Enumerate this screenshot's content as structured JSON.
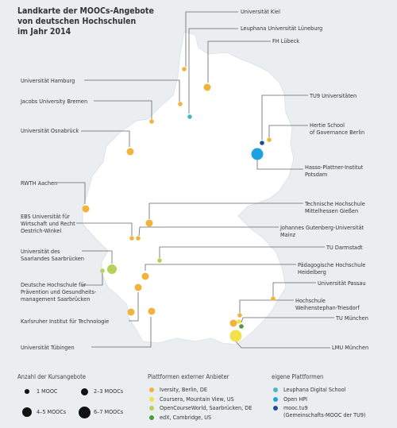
{
  "title": {
    "line1": "Landkarte der MOOCs-Angebote",
    "line2": "von deutschen Hochschulen",
    "line3": "im Jahr 2014"
  },
  "colors": {
    "background": "#eaeef1",
    "land": "#ffffff",
    "iversity": "#f0b43c",
    "coursera": "#f3e04a",
    "opencourseworld": "#b5d35a",
    "edx": "#4f9a3f",
    "leuphana": "#45b8c6",
    "openhpi": "#1fa3e0",
    "mooctu9": "#1c4f96",
    "leader": "#666666"
  },
  "labels": [
    {
      "id": "kiel",
      "text": "Universität Kiel"
    },
    {
      "id": "lueneburg",
      "text": "Leuphana Universität Lüneburg"
    },
    {
      "id": "luebeck",
      "text": "FH Lübeck"
    },
    {
      "id": "hamburg",
      "text": "Universität Hamburg"
    },
    {
      "id": "jacobs",
      "text": "Jacobs University Bremen"
    },
    {
      "id": "tu9",
      "text": "TU9 Universitäten"
    },
    {
      "id": "hertie",
      "text": "Hertie School\nof Governance Berlin"
    },
    {
      "id": "osnabrueck",
      "text": "Universität Osnabrück"
    },
    {
      "id": "hpi",
      "text": "Hasso-Plattner-Institut\nPotsdam"
    },
    {
      "id": "aachen",
      "text": "RWTH Aachen"
    },
    {
      "id": "thm",
      "text": "Technische Hochschule\nMittelhessen Gießen"
    },
    {
      "id": "ebs",
      "text": "EBS Universität für\nWirtschaft und Recht\nOestrich-Winkel"
    },
    {
      "id": "mainz",
      "text": "Johannes Gutenberg-Universität\nMainz"
    },
    {
      "id": "tudarmstadt",
      "text": "TU Darmstadt"
    },
    {
      "id": "saarland",
      "text": "Universität des\nSaarlandes Saarbrücken"
    },
    {
      "id": "phheidelberg",
      "text": "Pädagogische Hochschule\nHeidelberg"
    },
    {
      "id": "dhfpg",
      "text": "Deutsche Hochschule für\nPrävention und Gesundheits-\nmanagement Saarbrücken"
    },
    {
      "id": "passau",
      "text": "Universität Passau"
    },
    {
      "id": "weihenstephan",
      "text": "Hochschule\nWeihenstephan-Triesdorf"
    },
    {
      "id": "kit",
      "text": "Karlsruher Institut für Technologie"
    },
    {
      "id": "tum",
      "text": "TU München"
    },
    {
      "id": "tuebingen",
      "text": "Universität Tübingen"
    },
    {
      "id": "lmu",
      "text": "LMU München"
    }
  ],
  "markers": [
    {
      "id": "kiel",
      "platform": "iversity",
      "count": 1
    },
    {
      "id": "lueneburg",
      "platform": "leuphana",
      "count": 1
    },
    {
      "id": "luebeck",
      "platform": "iversity",
      "count": 3
    },
    {
      "id": "hamburg",
      "platform": "iversity",
      "count": 1
    },
    {
      "id": "jacobs",
      "platform": "iversity",
      "count": 1
    },
    {
      "id": "tu9",
      "platform": "mooctu9",
      "count": 1
    },
    {
      "id": "hertie",
      "platform": "iversity",
      "count": 1
    },
    {
      "id": "hpi",
      "platform": "openhpi",
      "count": 6
    },
    {
      "id": "osnabrueck",
      "platform": "iversity",
      "count": 3
    },
    {
      "id": "aachen",
      "platform": "iversity",
      "count": 3
    },
    {
      "id": "thm",
      "platform": "iversity",
      "count": 3
    },
    {
      "id": "ebs",
      "platform": "iversity",
      "count": 1
    },
    {
      "id": "mainz",
      "platform": "iversity",
      "count": 1
    },
    {
      "id": "tudarmstadt",
      "platform": "opencourseworld",
      "count": 1
    },
    {
      "id": "saarland_a",
      "platform": "opencourseworld",
      "count": 1
    },
    {
      "id": "saarland_b",
      "platform": "opencourseworld",
      "count": 4
    },
    {
      "id": "phheidelberg",
      "platform": "iversity",
      "count": 3
    },
    {
      "id": "dhfpg",
      "platform": "iversity",
      "count": 3
    },
    {
      "id": "passau",
      "platform": "iversity",
      "count": 1
    },
    {
      "id": "kit",
      "platform": "iversity",
      "count": 3
    },
    {
      "id": "tuebingen",
      "platform": "iversity",
      "count": 3
    },
    {
      "id": "weihenstephan",
      "platform": "iversity",
      "count": 1
    },
    {
      "id": "tum_a",
      "platform": "iversity",
      "count": 3
    },
    {
      "id": "tum_b",
      "platform": "edx",
      "count": 1
    },
    {
      "id": "tum_c",
      "platform": "coursera",
      "count": 1
    },
    {
      "id": "lmu",
      "platform": "coursera",
      "count": 6
    }
  ],
  "legend": {
    "count_heading": "Anzahl der Kursangebote",
    "counts": [
      {
        "label": "1 MOOC",
        "size": 1
      },
      {
        "label": "2–3 MOOCs",
        "size": 3
      },
      {
        "label": "4–5 MOOCs",
        "size": 4
      },
      {
        "label": "6–7 MOOCs",
        "size": 6
      }
    ],
    "external_heading": "Plattformen externer Anbieter",
    "external": [
      {
        "label": "Iversity, Berlin, DE",
        "platform": "iversity"
      },
      {
        "label": "Coursera, Mountain View, US",
        "platform": "coursera"
      },
      {
        "label": "OpenCourseWorld, Saarbrücken, DE",
        "platform": "opencourseworld"
      },
      {
        "label": "edX, Cambridge, US",
        "platform": "edx"
      }
    ],
    "own_heading": "eigene Plattformen",
    "own": [
      {
        "label": "Leuphana Digital School",
        "platform": "leuphana"
      },
      {
        "label": "Open HPI",
        "platform": "openhpi"
      },
      {
        "label": "mooc.tu9\n(Gemeinschafts-MOOC der TU9)",
        "platform": "mooctu9"
      }
    ]
  }
}
